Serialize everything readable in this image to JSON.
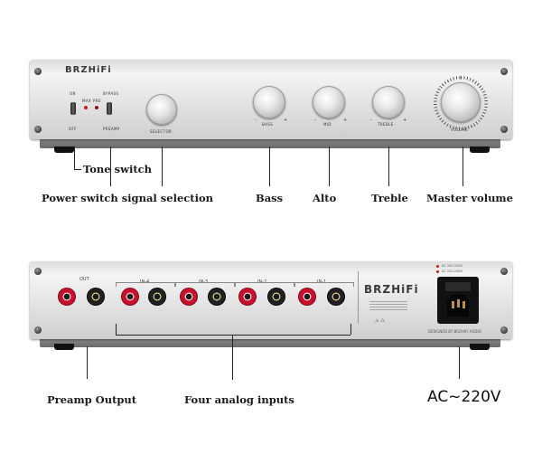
{
  "front": {
    "logo": "BRZHiFi",
    "switch_left_top": "ON",
    "switch_left_bottom": "OFF",
    "switch_right_top": "BYPASS",
    "switch_right_bottom": "PREAMP",
    "led_left": "MAX",
    "led_right": "PRE",
    "selector_label": "SELECTOR",
    "bass_label": "BASS",
    "mid_label": "MID",
    "treble_label": "TREBLE",
    "volume_label": "VOLUME",
    "minus": "-",
    "plus": "+"
  },
  "front_callouts": {
    "tone_switch": "Tone switch",
    "power_selection": "Power switch signal selection",
    "bass": "Bass",
    "alto": "Alto",
    "treble": "Treble",
    "master_volume": "Master volume"
  },
  "rear": {
    "out": "OUT",
    "in4": "IN-4",
    "in3": "IN-3",
    "in2": "IN-2",
    "in1": "IN-1",
    "logo": "BRZHiFi",
    "ac_line1": "AC 100-120V",
    "ac_line2": "AC 220-240V",
    "designed_by": "DESIGNED BY BRZHIFI AUDIO"
  },
  "rear_callouts": {
    "preamp_output": "Preamp Output",
    "four_inputs": "Four analog inputs",
    "ac": "AC~220V"
  }
}
